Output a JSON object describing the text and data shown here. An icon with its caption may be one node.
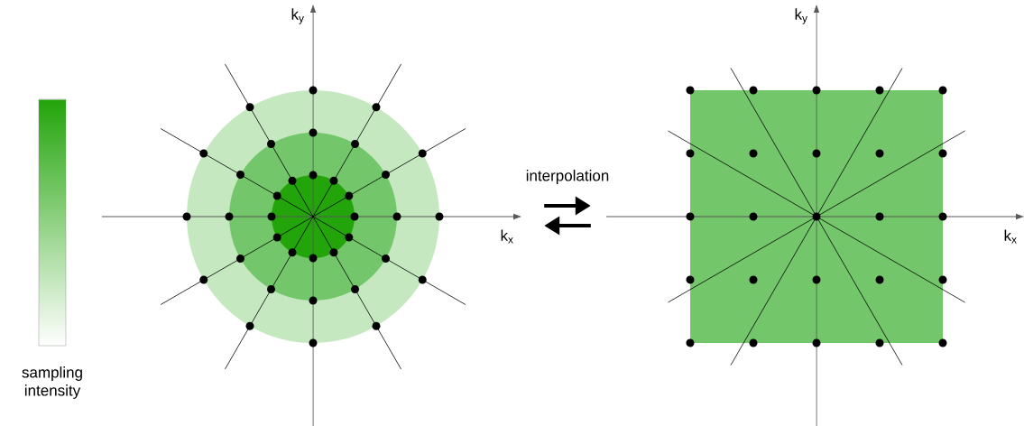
{
  "diagram": {
    "nodes": [
      {
        "text": [],
        "shape": "picture"
      },
      {
        "text": [],
        "shape": "picture"
      }
    ],
    "edges": [
      {
        "from": 0,
        "to": 1,
        "arrow": "to",
        "label": "interpolation"
      },
      {
        "from": 1,
        "to": 0,
        "arrow": "to"
      }
    ],
    "labels": [
      "k$_{y}$",
      "k$_{y}$",
      "k$_{x}$",
      "k$_{x}$",
      "sampling intensity"
    ]
  }
}
